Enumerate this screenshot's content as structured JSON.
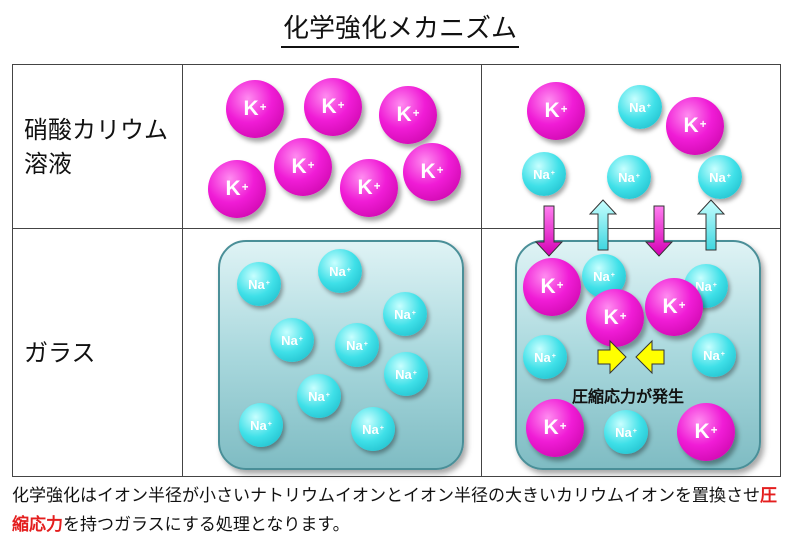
{
  "title": "化学強化メカニズム",
  "rows": {
    "solution": [
      "硝酸カリウム",
      "溶液"
    ],
    "glass": "ガラス"
  },
  "ions": {
    "k": "K",
    "na": "Na",
    "plus": "+"
  },
  "stress_label": "圧縮応力が発生",
  "caption": {
    "part1": "化学強化はイオン半径が小さいナトリウムイオンとイオン半径の大きいカリウムイオンを置換させ",
    "highlight": "圧縮応力",
    "part2": "を持つガラスにする処理となります。"
  },
  "colors": {
    "potassium": "#f01cd6",
    "sodium": "#3fe0e8",
    "glass": "#a9d8dd",
    "highlight": "#e41e1e",
    "arrow_yellow": "#ffff00"
  }
}
